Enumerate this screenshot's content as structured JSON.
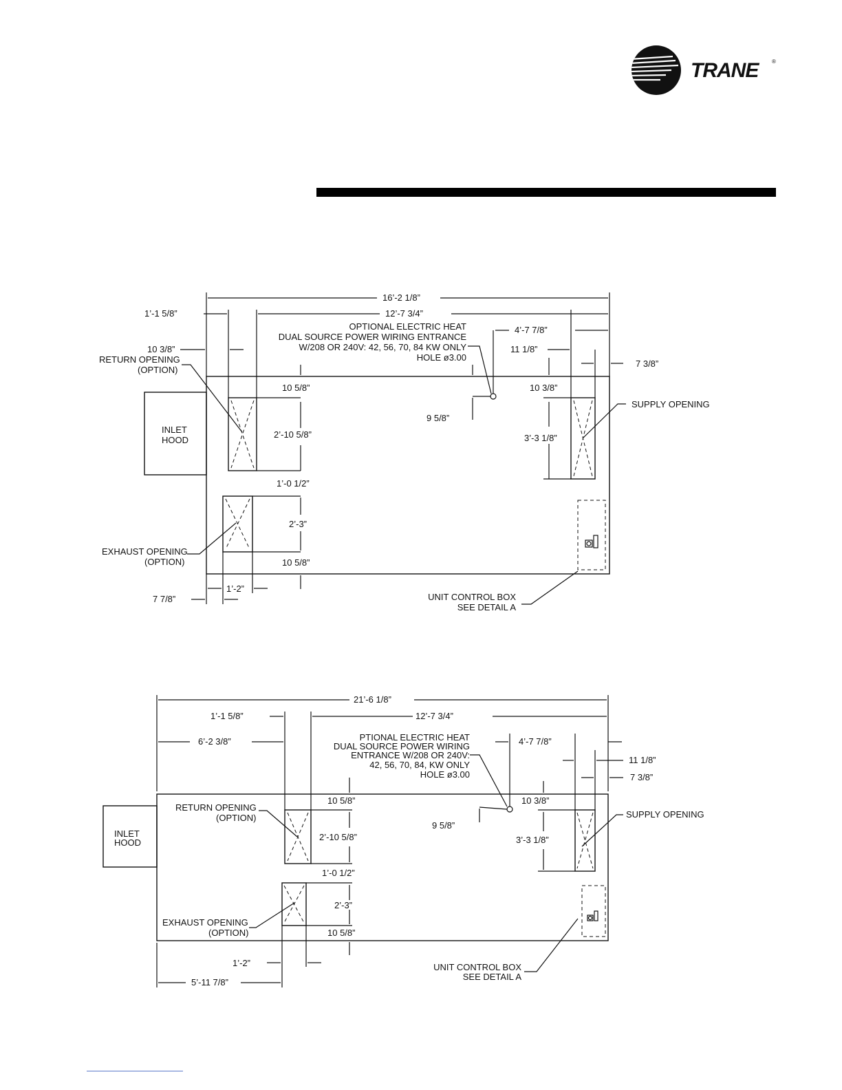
{
  "brand": {
    "name": "TRANE",
    "registered": "®"
  },
  "drawing1": {
    "dims": {
      "overall_length": "16’-2 1/8”",
      "supply_span": "12’-7 3/4”",
      "return_offset": "1’-1 5/8”",
      "return_left": "10 3/8”",
      "entrance_to_end": "4’-7 7/8”",
      "supply_offset": "11 1/8”",
      "supply_edge": "7 3/8”",
      "return_top": "10 5/8”",
      "supply_top": "10 3/8”",
      "hole_down": "9 5/8”",
      "return_height": "2’-10 5/8”",
      "supply_height": "3’-3 1/8”",
      "gap_return_exhaust": "1’-0 1/2”",
      "exhaust_height": "2’-3”",
      "exhaust_bottom": "10 5/8”",
      "exhaust_width": "1’-2”",
      "exhaust_left": "7 7/8”"
    },
    "labels": {
      "heat_note": [
        "OPTIONAL ELECTRIC HEAT",
        "DUAL SOURCE POWER WIRING ENTRANCE",
        "W/208 OR 240V: 42, 56, 70, 84 KW ONLY",
        "HOLE ø3.00"
      ],
      "return_opening": [
        "RETURN OPENING",
        "(OPTION)"
      ],
      "supply_opening": "SUPPLY OPENING",
      "inlet_hood": [
        "INLET",
        "HOOD"
      ],
      "exhaust_opening": [
        "EXHAUST OPENING",
        "(OPTION)"
      ],
      "control_box": [
        "UNIT CONTROL BOX",
        "SEE DETAIL A"
      ]
    }
  },
  "drawing2": {
    "dims": {
      "overall_length": "21’-6 1/8”",
      "return_offset": "1’-1 5/8”",
      "supply_span": "12’-7 3/4”",
      "hood_to_return": "6’-2 3/8”",
      "entrance_to_end": "4’-7 7/8”",
      "supply_offset": "11 1/8”",
      "supply_edge": "7 3/8”",
      "return_top": "10 5/8”",
      "supply_top": "10 3/8”",
      "hole_down": "9 5/8”",
      "return_height": "2’-10 5/8”",
      "supply_height": "3’-3 1/8”",
      "gap_return_exhaust": "1’-0 1/2”",
      "exhaust_height": "2’-3”",
      "exhaust_bottom": "10 5/8”",
      "exhaust_width": "1’-2”",
      "exhaust_left": "5’-11 7/8”"
    },
    "labels": {
      "heat_note": [
        "PTIONAL ELECTRIC HEAT",
        "DUAL SOURCE POWER WIRING",
        "ENTRANCE W/208 OR 240V:",
        "42, 56, 70, 84, KW ONLY",
        "HOLE ø3.00"
      ],
      "return_opening": [
        "RETURN OPENING",
        "(OPTION)"
      ],
      "supply_opening": "SUPPLY OPENING",
      "inlet_hood": [
        "INLET",
        "HOOD"
      ],
      "exhaust_opening": [
        "EXHAUST OPENING",
        "(OPTION)"
      ],
      "control_box": [
        "UNIT CONTROL BOX",
        "SEE DETAIL A"
      ]
    }
  }
}
